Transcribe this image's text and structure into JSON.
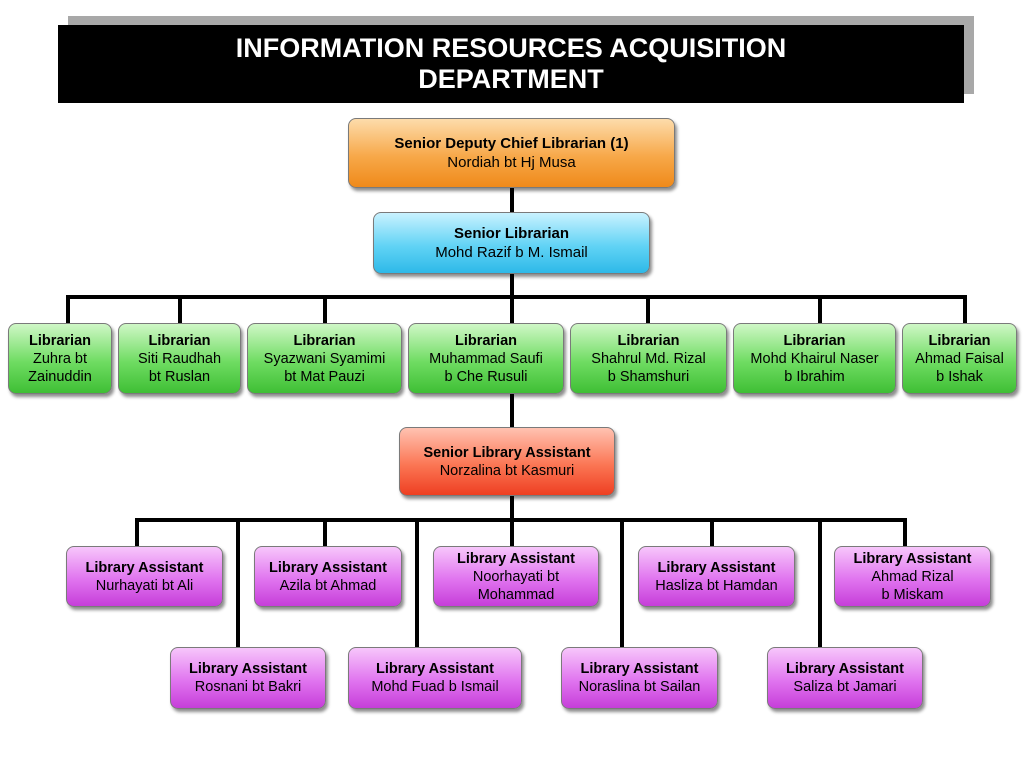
{
  "title": {
    "text": "INFORMATION RESOURCES ACQUISITION DEPARTMENT"
  },
  "colors": {
    "orange": "#f7a849",
    "blue": "#61d3f5",
    "green": "#6fdc62",
    "red": "#fb7654",
    "purple": "#e074ef"
  },
  "deputy": {
    "role": "Senior Deputy Chief Librarian (1)",
    "name": "Nordiah bt Hj Musa"
  },
  "senior_librarian": {
    "role": "Senior Librarian",
    "name": "Mohd Razif b M. Ismail"
  },
  "librarians": [
    {
      "role": "Librarian",
      "name_line1": "Zuhra bt",
      "name_line2": "Zainuddin"
    },
    {
      "role": "Librarian",
      "name_line1": "Siti Raudhah",
      "name_line2": "bt Ruslan"
    },
    {
      "role": "Librarian",
      "name_line1": "Syazwani Syamimi",
      "name_line2": "bt Mat Pauzi"
    },
    {
      "role": "Librarian",
      "name_line1": "Muhammad Saufi",
      "name_line2": "b Che Rusuli"
    },
    {
      "role": "Librarian",
      "name_line1": "Shahrul Md. Rizal",
      "name_line2": "b Shamshuri"
    },
    {
      "role": "Librarian",
      "name_line1": "Mohd Khairul Naser",
      "name_line2": "b Ibrahim"
    },
    {
      "role": "Librarian",
      "name_line1": "Ahmad Faisal",
      "name_line2": "b Ishak"
    }
  ],
  "senior_assistant": {
    "role": "Senior Library Assistant",
    "name": "Norzalina bt Kasmuri"
  },
  "assistants_row1": [
    {
      "role": "Library Assistant",
      "name_line1": "Nurhayati bt Ali",
      "name_line2": ""
    },
    {
      "role": "Library Assistant",
      "name_line1": "Azila bt Ahmad",
      "name_line2": ""
    },
    {
      "role": "Library Assistant",
      "name_line1": "Noorhayati bt",
      "name_line2": "Mohammad"
    },
    {
      "role": "Library Assistant",
      "name_line1": "Hasliza bt Hamdan",
      "name_line2": ""
    },
    {
      "role": "Library Assistant",
      "name_line1": "Ahmad Rizal",
      "name_line2": "b Miskam"
    }
  ],
  "assistants_row2": [
    {
      "role": "Library Assistant",
      "name": "Rosnani bt Bakri"
    },
    {
      "role": "Library Assistant",
      "name": "Mohd Fuad b Ismail"
    },
    {
      "role": "Library Assistant",
      "name": "Noraslina bt Sailan"
    },
    {
      "role": "Library Assistant",
      "name": "Saliza bt Jamari"
    }
  ]
}
